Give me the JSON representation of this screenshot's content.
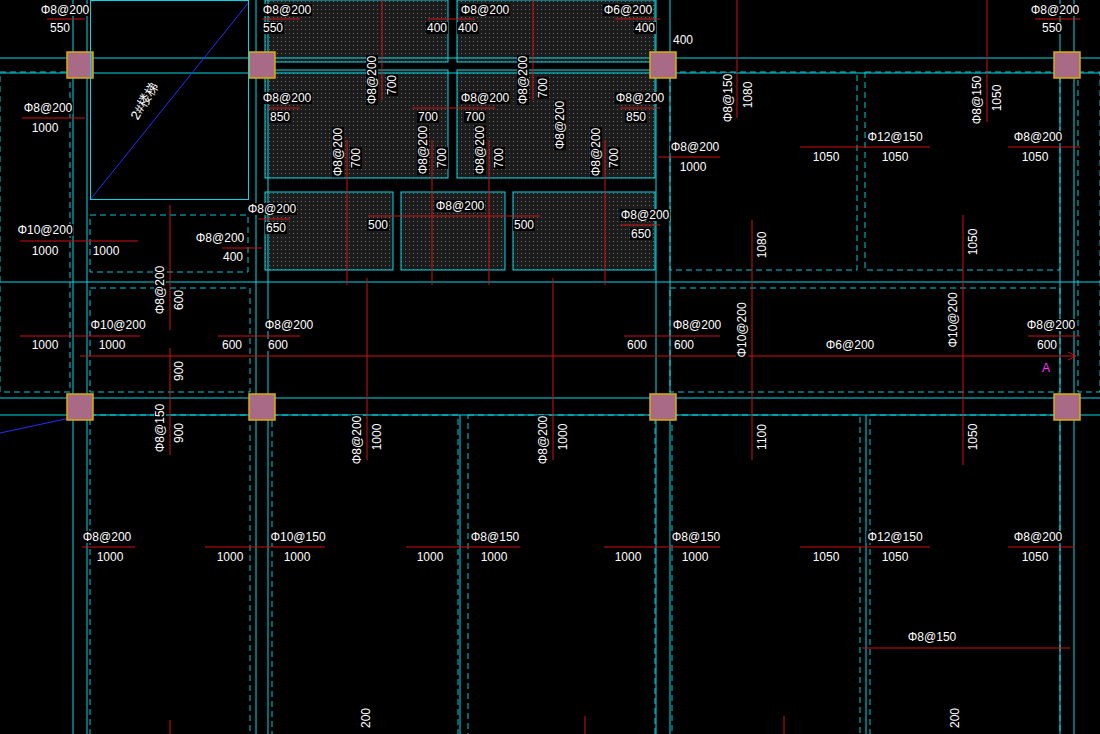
{
  "diagram": {
    "nodes": [
      {
        "text": [
          "2#楼梯"
        ]
      }
    ],
    "labels": [
      "Φ8@200",
      "550",
      "Φ8@200",
      "550",
      "400",
      "Φ8@200",
      "400",
      "Φ6@200",
      "400",
      "400",
      "Φ8@200",
      "550",
      "Φ8@200",
      "1000",
      "Φ8@200",
      "850",
      "Φ8@200",
      "700",
      "700",
      "Φ8@200",
      "700",
      "Φ8@200",
      "700",
      "Φ8@200",
      "Φ8@200",
      "850",
      "Φ8@150",
      "1080",
      "Φ8@200",
      "1000",
      "1050",
      "Φ12@150",
      "1050",
      "Φ8@150",
      "1050",
      "Φ8@200",
      "1050",
      "Φ8@200",
      "700",
      "Φ8@200",
      "700",
      "Φ8@200",
      "700",
      "Φ8@200",
      "700",
      "Φ8@200",
      "650",
      "500",
      "Φ8@200",
      "500",
      "Φ8@200",
      "650",
      "Φ10@200",
      "1000",
      "1000",
      "Φ8@200",
      "400",
      "Φ8@200",
      "600",
      "1080",
      "1050",
      "Φ10@200",
      "1000",
      "1000",
      "Φ8@200",
      "600",
      "600",
      "600",
      "Φ8@200",
      "600",
      "Φ10@200",
      "Φ6@200",
      "Φ10@200",
      "Φ8@200",
      "600",
      "A",
      "900",
      "Φ8@150",
      "900",
      "Φ8@200",
      "1000",
      "Φ8@200",
      "1000",
      "1100",
      "1050",
      "Φ8@200",
      "1000",
      "1000",
      "Φ10@150",
      "1000",
      "1000",
      "Φ8@150",
      "1000",
      "1000",
      "Φ8@150",
      "1000",
      "1050",
      "Φ12@150",
      "1050",
      "Φ8@200",
      "1050",
      "Φ8@150",
      "200",
      "200"
    ]
  }
}
